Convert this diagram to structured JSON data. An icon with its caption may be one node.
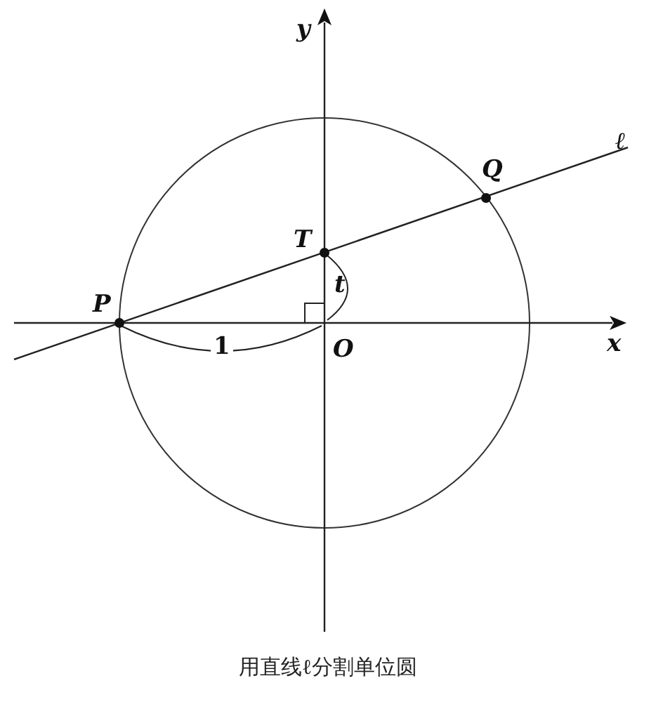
{
  "diagram": {
    "caption": "用直线ℓ分割单位圆",
    "labels": [
      "y",
      "ℓ",
      "Q",
      "T",
      "t",
      "P",
      "1",
      "O",
      "x"
    ]
  }
}
